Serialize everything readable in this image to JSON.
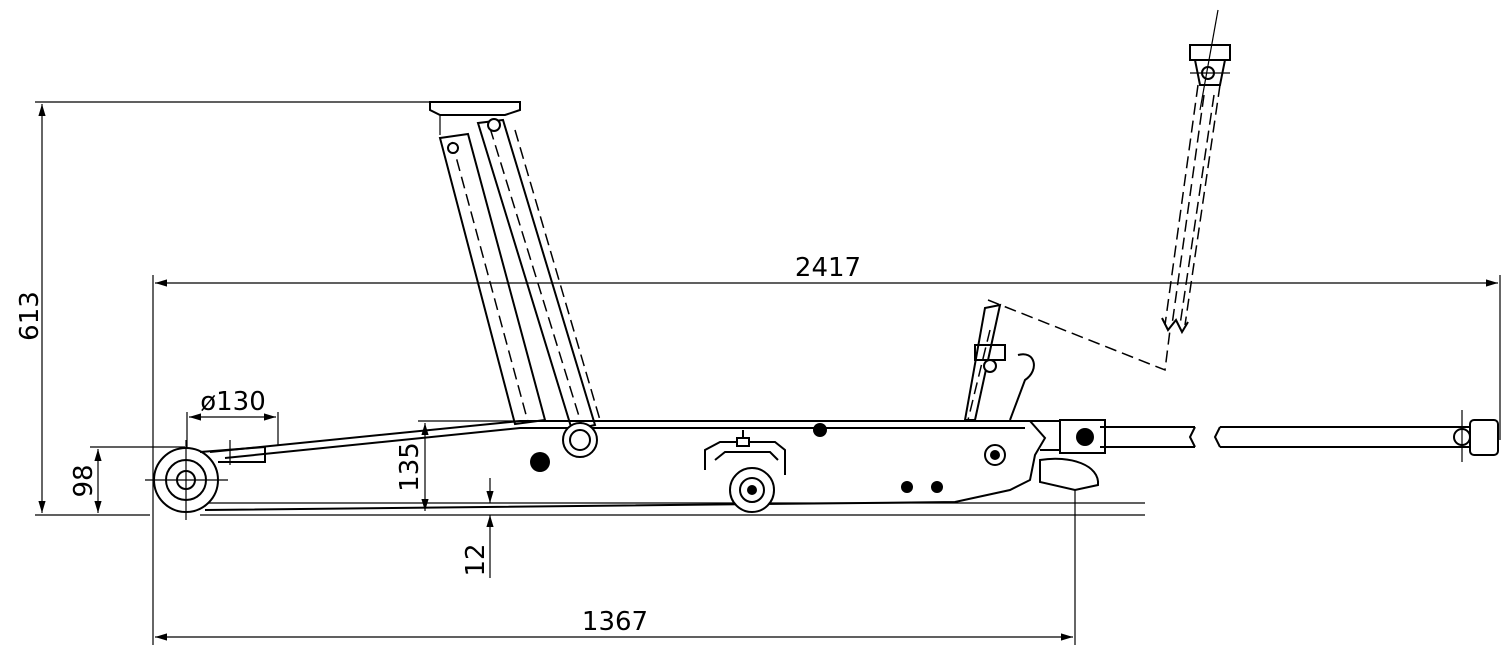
{
  "dimensions": {
    "overall_height": "613",
    "overall_length": "2417",
    "base_length": "1367",
    "wheel_diameter": "ø130",
    "wheel_height": "98",
    "frame_height": "135",
    "ground_clearance": "12"
  }
}
